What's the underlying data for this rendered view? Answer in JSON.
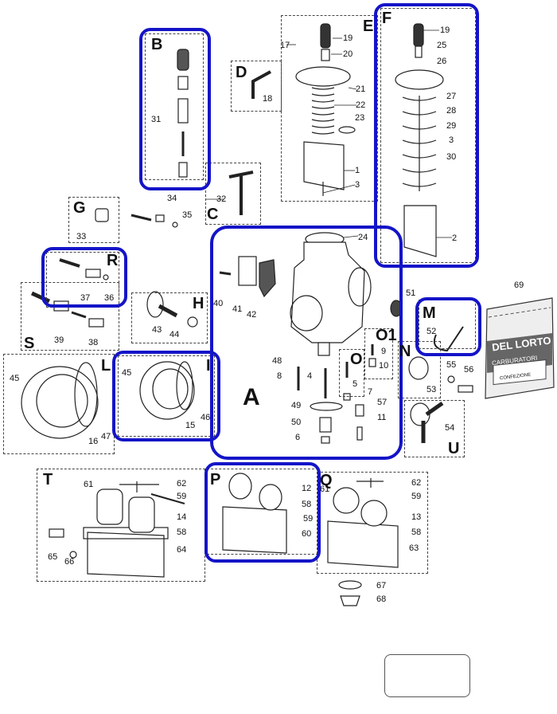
{
  "diagram": {
    "title": "Dell'Orto carburettor exploded parts view",
    "highlight_color": "#1414c8",
    "groups": [
      {
        "id": "A",
        "label": "A",
        "highlighted": true,
        "parts": [
          "24",
          "40",
          "41",
          "42",
          "48",
          "8",
          "4",
          "49",
          "50",
          "6",
          "7",
          "57",
          "11"
        ]
      },
      {
        "id": "B",
        "label": "B",
        "highlighted": true,
        "parts": [
          "31"
        ]
      },
      {
        "id": "C",
        "label": "C",
        "highlighted": false,
        "parts": [
          "32"
        ]
      },
      {
        "id": "D",
        "label": "D",
        "highlighted": false,
        "parts": [
          "18"
        ]
      },
      {
        "id": "E",
        "label": "E",
        "highlighted": false,
        "parts": [
          "17",
          "19",
          "20",
          "21",
          "22",
          "23",
          "1",
          "3"
        ]
      },
      {
        "id": "F",
        "label": "F",
        "highlighted": true,
        "parts": [
          "19",
          "25",
          "26",
          "27",
          "28",
          "29",
          "3",
          "30",
          "2"
        ]
      },
      {
        "id": "G",
        "label": "G",
        "highlighted": false,
        "parts": [
          "33"
        ]
      },
      {
        "id": "H",
        "label": "H",
        "highlighted": false,
        "parts": [
          "43",
          "44"
        ]
      },
      {
        "id": "I",
        "label": "I",
        "highlighted": true,
        "parts": [
          "45",
          "46",
          "15"
        ]
      },
      {
        "id": "L",
        "label": "L",
        "highlighted": false,
        "parts": [
          "45",
          "47",
          "16"
        ]
      },
      {
        "id": "M",
        "label": "M",
        "highlighted": true,
        "parts": [
          "52"
        ]
      },
      {
        "id": "N",
        "label": "N",
        "highlighted": false,
        "parts": [
          "53"
        ]
      },
      {
        "id": "O",
        "label": "O",
        "highlighted": false,
        "parts": [
          "5"
        ]
      },
      {
        "id": "O1",
        "label": "O1",
        "highlighted": false,
        "parts": [
          "9",
          "10"
        ]
      },
      {
        "id": "P",
        "label": "P",
        "highlighted": true,
        "parts": [
          "12",
          "58",
          "59",
          "60"
        ]
      },
      {
        "id": "Q",
        "label": "Q",
        "highlighted": false,
        "parts": [
          "61",
          "62",
          "59",
          "13",
          "58",
          "63"
        ]
      },
      {
        "id": "R",
        "label": "R",
        "highlighted": true,
        "parts": [
          "37",
          "36"
        ]
      },
      {
        "id": "S",
        "label": "S",
        "highlighted": false,
        "parts": [
          "39",
          "38"
        ]
      },
      {
        "id": "T",
        "label": "T",
        "highlighted": false,
        "parts": [
          "61",
          "62",
          "59",
          "14",
          "58",
          "64",
          "65",
          "66"
        ]
      },
      {
        "id": "U",
        "label": "U",
        "highlighted": false,
        "parts": [
          "54"
        ]
      }
    ],
    "loose_parts": [
      "34",
      "35",
      "51",
      "55",
      "56",
      "67",
      "68",
      "69"
    ],
    "bag": {
      "line1": "DEL LORTO",
      "line2": "CARBURATORI",
      "line3": "CONFEZIONE",
      "part": "69"
    }
  }
}
